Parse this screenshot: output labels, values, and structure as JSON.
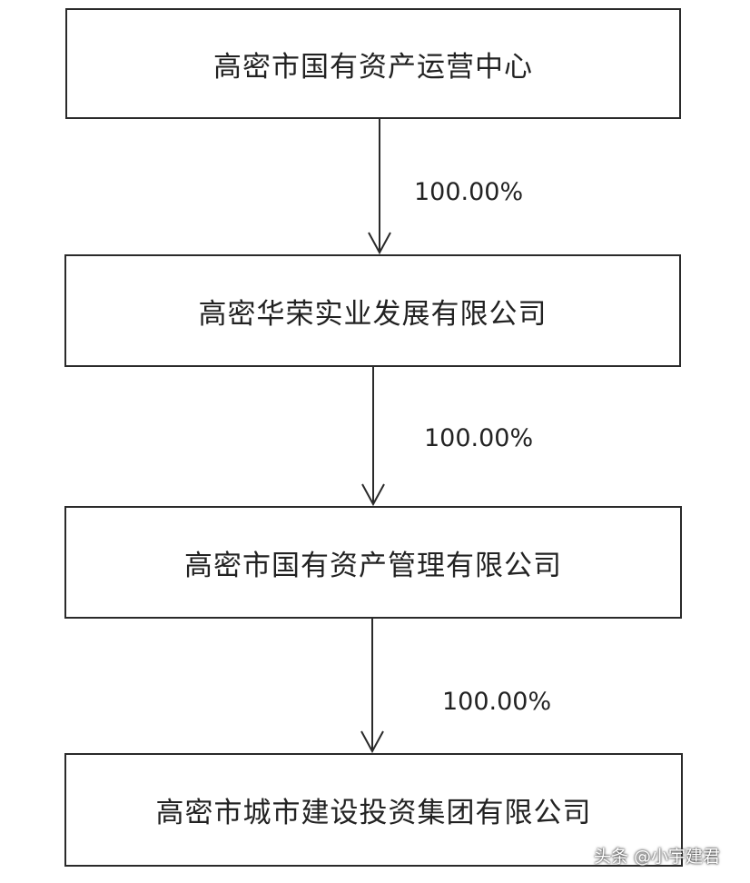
{
  "diagram": {
    "boxes": [
      {
        "label": "高密市国有资产运营中心"
      },
      {
        "label": "高密华荣实业发展有限公司"
      },
      {
        "label": "高密市国有资产管理有限公司"
      },
      {
        "label": "高密市城市建设投资集团有限公司"
      }
    ],
    "links": [
      {
        "label": "100.00%"
      },
      {
        "label": "100.00%"
      },
      {
        "label": "100.00%"
      }
    ]
  },
  "watermark": {
    "text": "头条 @小宇建君"
  },
  "colors": {
    "line": "#2a2a2a",
    "text": "#222222",
    "background": "#ffffff"
  }
}
